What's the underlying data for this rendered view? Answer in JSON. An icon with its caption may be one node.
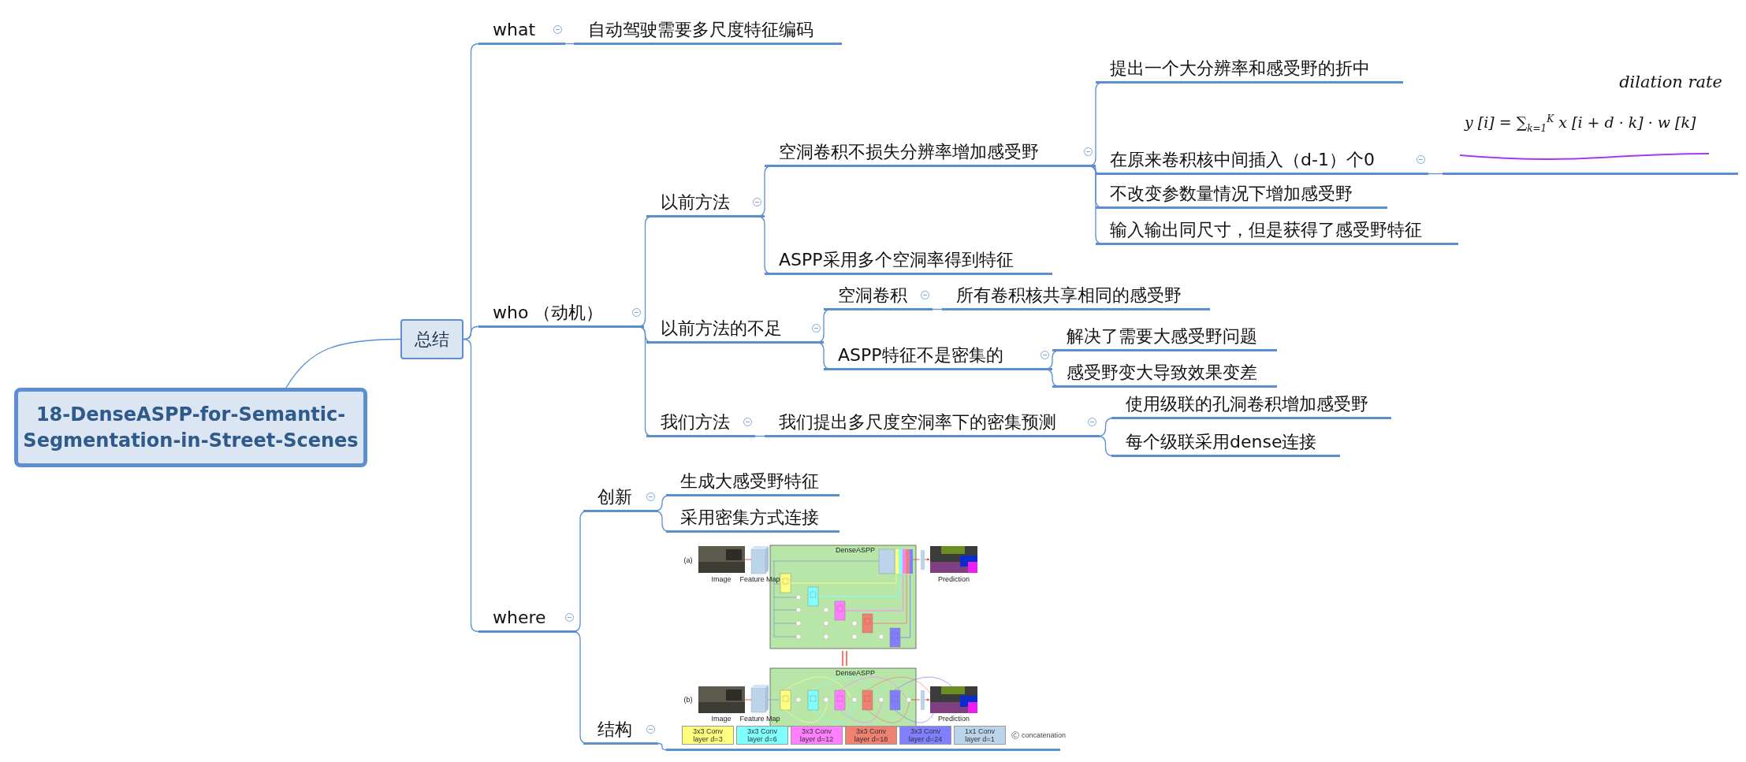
{
  "diagram": {
    "nodes": [
      {
        "text": [
          "18-DenseASPP-for-Semantic-Segmentation-in-Street-Scenes"
        ]
      },
      {
        "text": [
          "总结"
        ]
      },
      {
        "text": [
          "what"
        ]
      },
      {
        "text": [
          "自动驾驶需要多尺度特征编码"
        ]
      },
      {
        "text": [
          "who （动机）"
        ]
      },
      {
        "text": [
          "以前方法"
        ]
      },
      {
        "text": [
          "空洞卷积不损失分辨率增加感受野"
        ]
      },
      {
        "text": [
          "提出一个大分辨率和感受野的折中"
        ]
      },
      {
        "text": [
          "在原来卷积核中间插入（d-1）个0"
        ]
      },
      {
        "text": [
          "dilation rate",
          "y [i] = ∑$_{k=1}$$^{K}$ x [i + d · k] · w [k]"
        ]
      },
      {
        "text": [
          "不改变参数量情况下增加感受野"
        ]
      },
      {
        "text": [
          "输入输出同尺寸，但是获得了感受野特征"
        ]
      },
      {
        "text": [
          "ASPP采用多个空洞率得到特征"
        ]
      },
      {
        "text": [
          "以前方法的不足"
        ]
      },
      {
        "text": [
          "空洞卷积"
        ]
      },
      {
        "text": [
          "所有卷积核共享相同的感受野"
        ]
      },
      {
        "text": [
          "ASPP特征不是密集的"
        ]
      },
      {
        "text": [
          "解决了需要大感受野问题"
        ]
      },
      {
        "text": [
          "感受野变大导致效果变差"
        ]
      },
      {
        "text": [
          "我们方法"
        ]
      },
      {
        "text": [
          "我们提出多尺度空洞率下的密集预测"
        ]
      },
      {
        "text": [
          "使用级联的孔洞卷积增加感受野"
        ]
      },
      {
        "text": [
          "每个级联采用dense连接"
        ]
      },
      {
        "text": [
          "where"
        ]
      },
      {
        "text": [
          "创新"
        ]
      },
      {
        "text": [
          "生成大感受野特征"
        ]
      },
      {
        "text": [
          "采用密集方式连接"
        ]
      },
      {
        "text": [
          "结构"
        ]
      },
      {
        "text": [],
        "shape": "picture"
      }
    ],
    "edges": [
      {
        "from": 0,
        "to": 1,
        "arrow": "none"
      },
      {
        "from": 1,
        "to": 2,
        "arrow": "none"
      },
      {
        "from": 2,
        "to": 3,
        "arrow": "none"
      },
      {
        "from": 1,
        "to": 4,
        "arrow": "none"
      },
      {
        "from": 4,
        "to": 5,
        "arrow": "none"
      },
      {
        "from": 5,
        "to": 6,
        "arrow": "none"
      },
      {
        "from": 6,
        "to": 7,
        "arrow": "none"
      },
      {
        "from": 6,
        "to": 8,
        "arrow": "none"
      },
      {
        "from": 8,
        "to": 9,
        "arrow": "none"
      },
      {
        "from": 6,
        "to": 10,
        "arrow": "none"
      },
      {
        "from": 6,
        "to": 11,
        "arrow": "none"
      },
      {
        "from": 5,
        "to": 12,
        "arrow": "none"
      },
      {
        "from": 4,
        "to": 13,
        "arrow": "none"
      },
      {
        "from": 13,
        "to": 14,
        "arrow": "none"
      },
      {
        "from": 14,
        "to": 15,
        "arrow": "none"
      },
      {
        "from": 13,
        "to": 16,
        "arrow": "none"
      },
      {
        "from": 16,
        "to": 17,
        "arrow": "none"
      },
      {
        "from": 16,
        "to": 18,
        "arrow": "none"
      },
      {
        "from": 4,
        "to": 19,
        "arrow": "none"
      },
      {
        "from": 19,
        "to": 20,
        "arrow": "none"
      },
      {
        "from": 20,
        "to": 21,
        "arrow": "none"
      },
      {
        "from": 20,
        "to": 22,
        "arrow": "none"
      },
      {
        "from": 1,
        "to": 23,
        "arrow": "none"
      },
      {
        "from": 23,
        "to": 24,
        "arrow": "none"
      },
      {
        "from": 24,
        "to": 25,
        "arrow": "none"
      },
      {
        "from": 24,
        "to": 26,
        "arrow": "none"
      },
      {
        "from": 23,
        "to": 27,
        "arrow": "none"
      },
      {
        "from": 27,
        "to": 28,
        "arrow": "none"
      }
    ],
    "labels": [
      "(a)",
      "DenseASPP",
      "Image",
      "Feature Map",
      "Prediction",
      "(b)",
      "DenseASPP",
      "Image",
      "Feature Map",
      "Prediction"
    ],
    "legend": [
      {
        "text": "3x3 Conv layer d=3",
        "color": "#ffff80"
      },
      {
        "text": "3x3 Conv layer d=6",
        "color": "#80ffff"
      },
      {
        "text": "3x3 Conv layer d=12",
        "color": "#ff80ff"
      },
      {
        "text": "3x3 Conv layer d=18",
        "color": "#f08070"
      },
      {
        "text": "3x3 Conv layer d=24",
        "color": "#8080ff"
      },
      {
        "text": "1x1 Conv layer d=1",
        "color": "#bcd4ea"
      },
      {
        "text": "concatenation"
      }
    ]
  }
}
